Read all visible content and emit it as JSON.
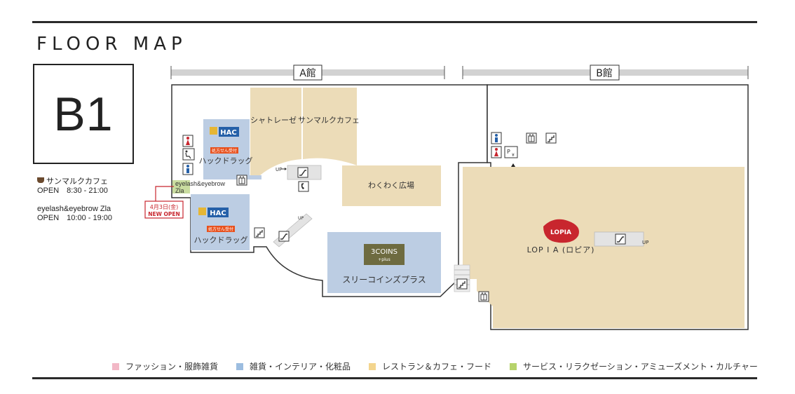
{
  "title": "FLOOR MAP",
  "floor": "B1",
  "hours": [
    {
      "name": "サンマルクカフェ",
      "time": "OPEN　8:30 - 21:00",
      "icon": "cafe-cup-icon"
    },
    {
      "name": "eyelash&eyebrow Zla",
      "time": "OPEN　10:00 - 19:00"
    }
  ],
  "buildings": {
    "a": "A館",
    "b": "B館"
  },
  "stores": {
    "chateraise": "シャトレーゼ",
    "saint_marc": "サンマルクカフェ",
    "hac_upper_logo": "HAC",
    "hac_upper_badge": "処方せん受付",
    "hac_upper_name": "ハックドラッグ",
    "hac_lower_logo": "HAC",
    "hac_lower_badge": "処方せん受付",
    "hac_lower_name": "ハックドラッグ",
    "eyelash_line1": "eyelash&eyebrow",
    "eyelash_line2": "Zla",
    "wakuwaku": "わくわく広場",
    "threecoins_logo": "3COINS",
    "threecoins_sub": "+plus",
    "threecoins_name": "スリーコインズプラス",
    "lopia_logo": "LOPIA",
    "lopia_name": "LOP I A (ロピア)"
  },
  "new_open": {
    "date": "4月3日(金)",
    "label": "NEW OPEN"
  },
  "labels": {
    "up1": "UP",
    "up2": "UP",
    "up3": "UP",
    "parking": "P",
    "yen": "¥"
  },
  "legend": [
    {
      "label": "ファッション・服飾雑貨",
      "color": "#f2b8c6"
    },
    {
      "label": "雑貨・インテリア・化粧品",
      "color": "#9cbde0"
    },
    {
      "label": "レストラン＆カフェ・フード",
      "color": "#f3d58e"
    },
    {
      "label": "サービス・リラクゼーション・アミューズメント・カルチャー",
      "color": "#b6d36b"
    }
  ],
  "colors": {
    "food": "#ecdcb8",
    "goods": "#bccde3",
    "service": "#c9dca0",
    "accent": "#c8262e"
  }
}
